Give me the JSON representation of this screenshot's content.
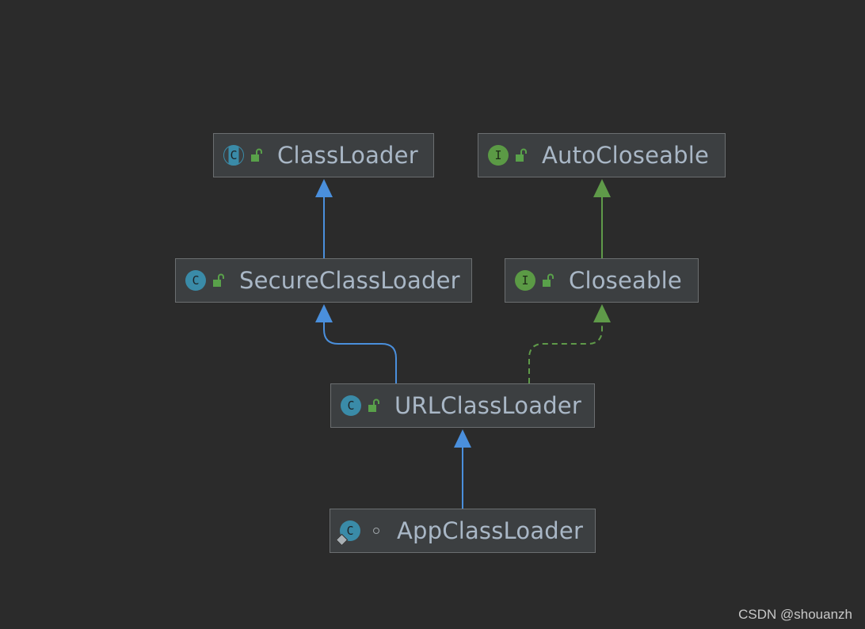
{
  "diagram": {
    "nodes": [
      {
        "id": "classloader",
        "label": "ClassLoader",
        "kind": "abstract-class",
        "kind_letter": "C",
        "visibility": "public"
      },
      {
        "id": "autocloseable",
        "label": "AutoCloseable",
        "kind": "interface",
        "kind_letter": "I",
        "visibility": "public"
      },
      {
        "id": "secureclassloader",
        "label": "SecureClassLoader",
        "kind": "class",
        "kind_letter": "C",
        "visibility": "public"
      },
      {
        "id": "closeable",
        "label": "Closeable",
        "kind": "interface",
        "kind_letter": "I",
        "visibility": "public"
      },
      {
        "id": "urlclassloader",
        "label": "URLClassLoader",
        "kind": "class",
        "kind_letter": "C",
        "visibility": "public"
      },
      {
        "id": "appclassloader",
        "label": "AppClassLoader",
        "kind": "static-class",
        "kind_letter": "C",
        "visibility": "package-private"
      }
    ],
    "edges": [
      {
        "from": "secureclassloader",
        "to": "classloader",
        "relation": "extends"
      },
      {
        "from": "closeable",
        "to": "autocloseable",
        "relation": "extends-interface"
      },
      {
        "from": "urlclassloader",
        "to": "secureclassloader",
        "relation": "extends"
      },
      {
        "from": "urlclassloader",
        "to": "closeable",
        "relation": "implements"
      },
      {
        "from": "appclassloader",
        "to": "urlclassloader",
        "relation": "extends"
      }
    ],
    "colors": {
      "background": "#2b2b2b",
      "node_fill": "#3c3f41",
      "node_border": "#6b6e70",
      "label_text": "#a9b7c6",
      "extends_edge": "#4a8fdc",
      "interface_edge": "#5f9a49",
      "class_icon": "#3a8ba8",
      "interface_icon": "#5b9a45",
      "lock_icon": "#59a14a"
    }
  },
  "watermark": "CSDN @shouanzh"
}
